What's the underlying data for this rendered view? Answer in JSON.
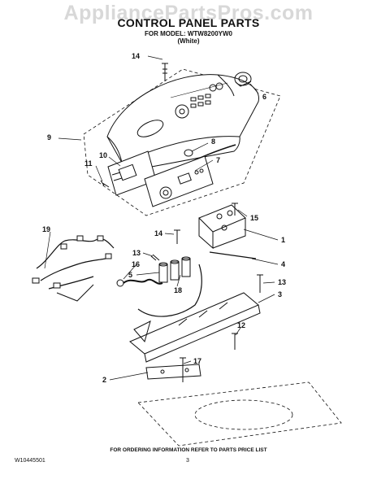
{
  "watermark": "AppliancePartsPros.com",
  "title": "CONTROL PANEL PARTS",
  "model_line": "FOR MODEL: WTW8200YW0",
  "color_line": "(White)",
  "footer_note": "FOR ORDERING INFORMATION REFER TO PARTS PRICE LIST",
  "document_number": "W10445501",
  "page_number": "3",
  "callouts": {
    "c1": "1",
    "c2": "2",
    "c3": "3",
    "c4": "4",
    "c5": "5",
    "c6": "6",
    "c7": "7",
    "c8": "8",
    "c9": "9",
    "c10": "10",
    "c11": "11",
    "c12": "12",
    "c13a": "13",
    "c13b": "13",
    "c14a": "14",
    "c14b": "14",
    "c15": "15",
    "c16": "16",
    "c17": "17",
    "c18": "18",
    "c19": "19"
  }
}
